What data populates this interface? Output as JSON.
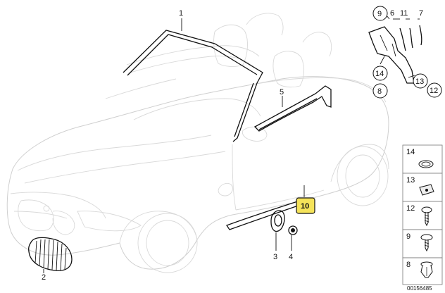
{
  "callouts": {
    "c1": "1",
    "c2": "2",
    "c3": "3",
    "c4": "4",
    "c5": "5",
    "c6": "6",
    "c7": "7",
    "c8a": "8",
    "c9a": "9",
    "c10": "10",
    "c11": "11",
    "c12a": "12",
    "c13a": "13",
    "c14a": "14"
  },
  "legend": {
    "items": [
      "14",
      "13",
      "12",
      "9",
      "8"
    ]
  },
  "diagram_id": "00156485",
  "colors": {
    "highlight": "#f5e35a",
    "part_stroke": "#111111",
    "car_outline": "#cfcfcf"
  }
}
